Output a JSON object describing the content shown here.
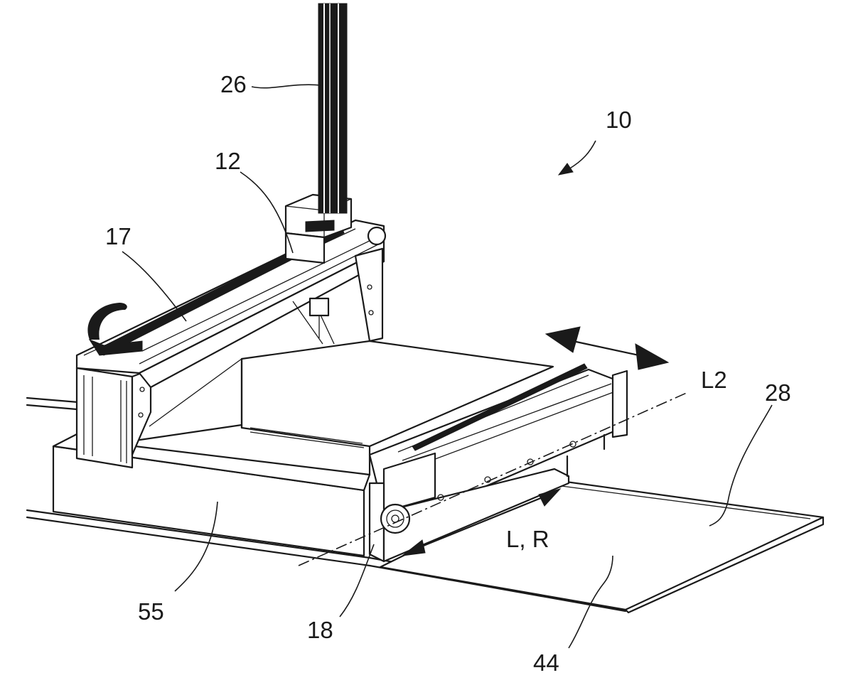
{
  "figure": {
    "labels": {
      "l10": "10",
      "l26": "26",
      "l12": "12",
      "l17": "17",
      "lL2": "L2",
      "l28": "28",
      "lLR": "L, R",
      "l55": "55",
      "l18": "18",
      "l44": "44"
    }
  }
}
